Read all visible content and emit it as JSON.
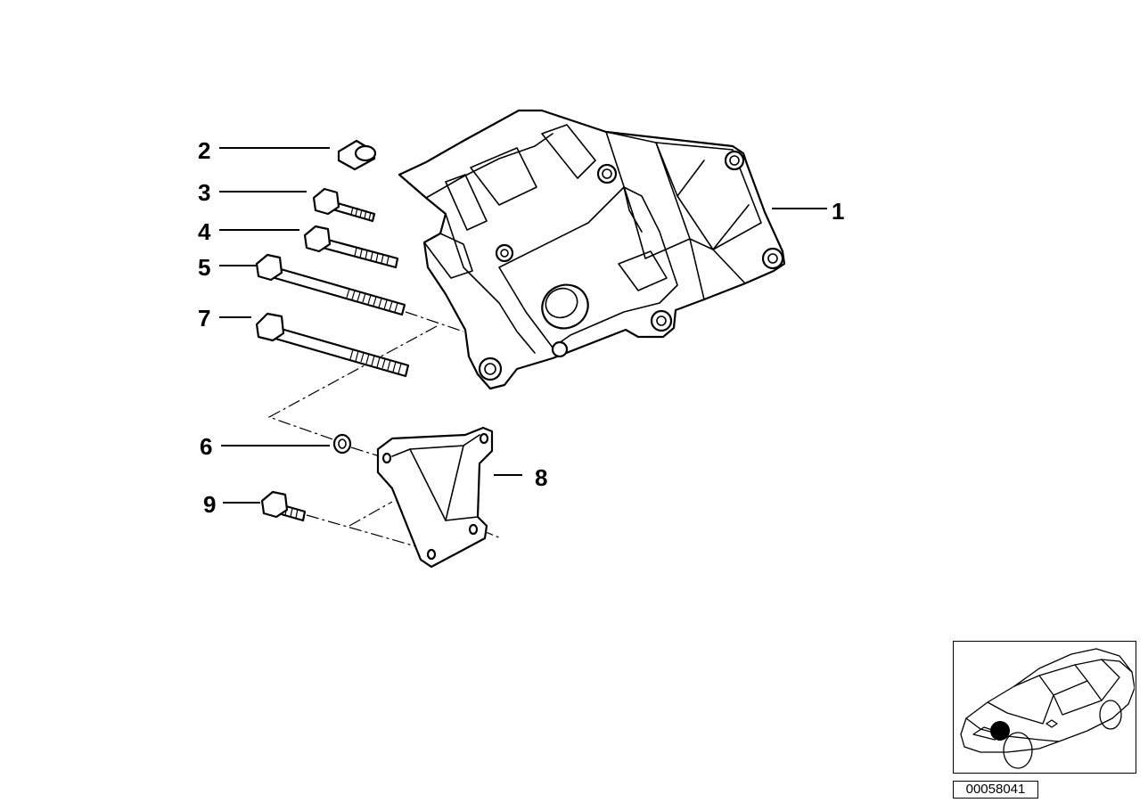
{
  "callouts": {
    "c1": "1",
    "c2": "2",
    "c3": "3",
    "c4": "4",
    "c5": "5",
    "c6": "6",
    "c7": "7",
    "c8": "8",
    "c9": "9"
  },
  "inset": {
    "diagram_number": "00058041"
  },
  "colors": {
    "line": "#000000",
    "background": "#ffffff"
  }
}
